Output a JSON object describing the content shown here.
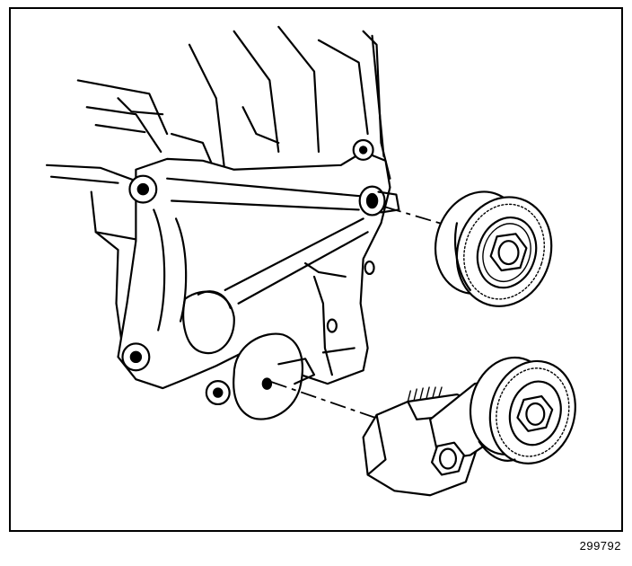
{
  "figure": {
    "number": "299792",
    "parts": [
      {
        "name": "engine-bracket",
        "icon": "bracket-casting"
      },
      {
        "name": "idler-pulley",
        "icon": "pulley"
      },
      {
        "name": "belt-tensioner",
        "icon": "tensioner-assembly"
      }
    ]
  },
  "colors": {
    "ink": "#000000",
    "paper": "#ffffff"
  }
}
